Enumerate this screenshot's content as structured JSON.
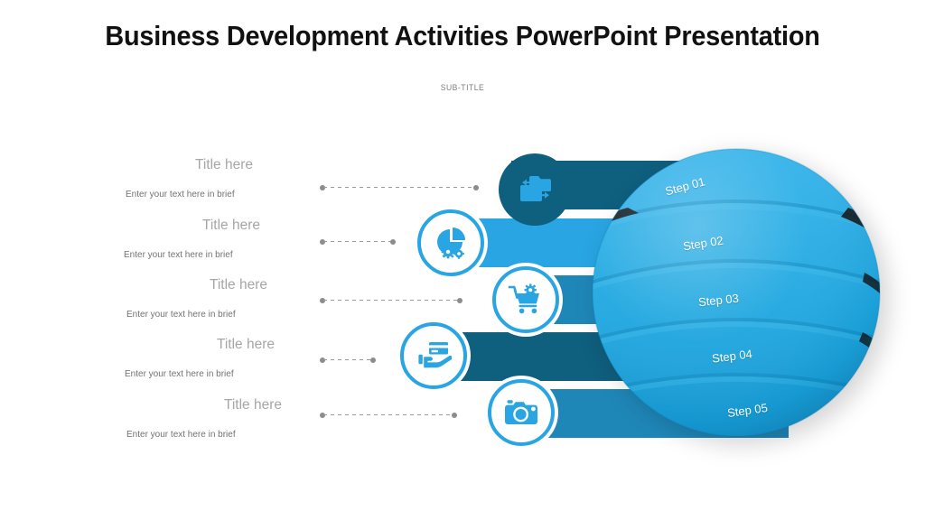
{
  "header": {
    "title": "Business Development Activities PowerPoint Presentation",
    "subtitle": "SUB-TITLE"
  },
  "colors": {
    "accent_blue": "#29a5e3",
    "sphere_blue": "#1ea7e0",
    "bar_dark_teal": "#0f5f7e",
    "bar_bright_blue": "#29a5e3",
    "bar_medium_blue": "#1f87b8",
    "title_text": "#111111",
    "subtitle_text": "#7d7d7d",
    "row_title_text": "#a6a6a6",
    "row_body_text": "#737373",
    "dash_line": "#9a9a9a"
  },
  "rows": [
    {
      "title": "Title here",
      "body": "Enter your text here in brief",
      "icon": "folder-transfer-icon"
    },
    {
      "title": "Title here",
      "body": "Enter your text here in brief",
      "icon": "pie-chart-gears-icon"
    },
    {
      "title": "Title here",
      "body": "Enter your text here in brief",
      "icon": "shopping-cart-gear-icon"
    },
    {
      "title": "Title here",
      "body": "Enter your text here in brief",
      "icon": "hand-payment-card-icon"
    },
    {
      "title": "Title here",
      "body": "Enter your text here in brief",
      "icon": "camera-icon"
    }
  ],
  "sphere": {
    "steps": [
      {
        "label": "Step 01"
      },
      {
        "label": "Step 02"
      },
      {
        "label": "Step 03"
      },
      {
        "label": "Step 04"
      },
      {
        "label": "Step 05"
      }
    ]
  }
}
